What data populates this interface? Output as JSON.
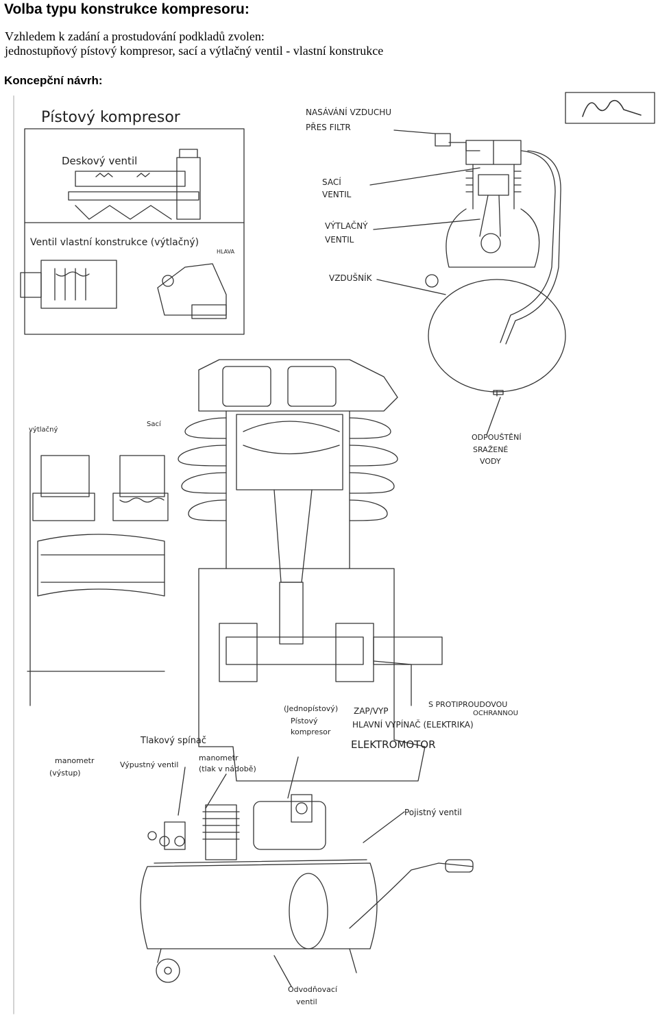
{
  "heading": "Volba typu konstrukce kompresoru:",
  "intro_line1": "Vzhledem k zadání a prostudování podkladů zvolen:",
  "intro_line2": "jednostupňový pístový kompresor, sací a výtlačný ventil - vlastní konstrukce",
  "subheading": "Koncepční návrh:",
  "sketch": {
    "title": "Pístový kompresor",
    "deskovy_ventil": "Deskový ventil",
    "ventil_vlastni": "Ventil vlastní konstrukce (výtlačný)",
    "hlava": "HLAVA",
    "nasavani_1": "NASÁVÁNÍ VZDUCHU",
    "nasavani_2": "PŘES FILTR",
    "saci_ventil_1": "SACÍ",
    "saci_ventil_2": "VENTIL",
    "vytlacny_ventil_1": "VÝTLAČNÝ",
    "vytlacny_ventil_2": "VENTIL",
    "vzdusnik": "VZDUŠNÍK",
    "odpousteni_1": "ODPOUŠTĚNÍ",
    "odpousteni_2": "SRAŽENÉ",
    "odpousteni_3": "VODY",
    "vytlacny": "výtlačný",
    "saci": "Sací",
    "jedno_1": "(Jednopístový)",
    "jedno_2": "Pístový",
    "jedno_3": "kompresor",
    "zap_vyp": "ZAP/VYP",
    "hlavni_vypinac": "HLAVNÍ VYPÍNAČ (ELEKTRIKA)",
    "s_proti_1": "S PROTIPROUDOVOU",
    "s_proti_2": "OCHRANNOU",
    "elektromotor": "ELEKTROMOTOR",
    "tlakovy_spinac": "Tlakový spínač",
    "manometr_1": "manometr",
    "manometr_2": "(výstup)",
    "vypustny": "Výpustný ventil",
    "manometr2_1": "manometr",
    "manometr2_2": "(tlak v nádobě)",
    "pojistny": "Pojistný ventil",
    "odvodnovaci_1": "Odvodňovací",
    "odvodnovaci_2": "ventil"
  }
}
